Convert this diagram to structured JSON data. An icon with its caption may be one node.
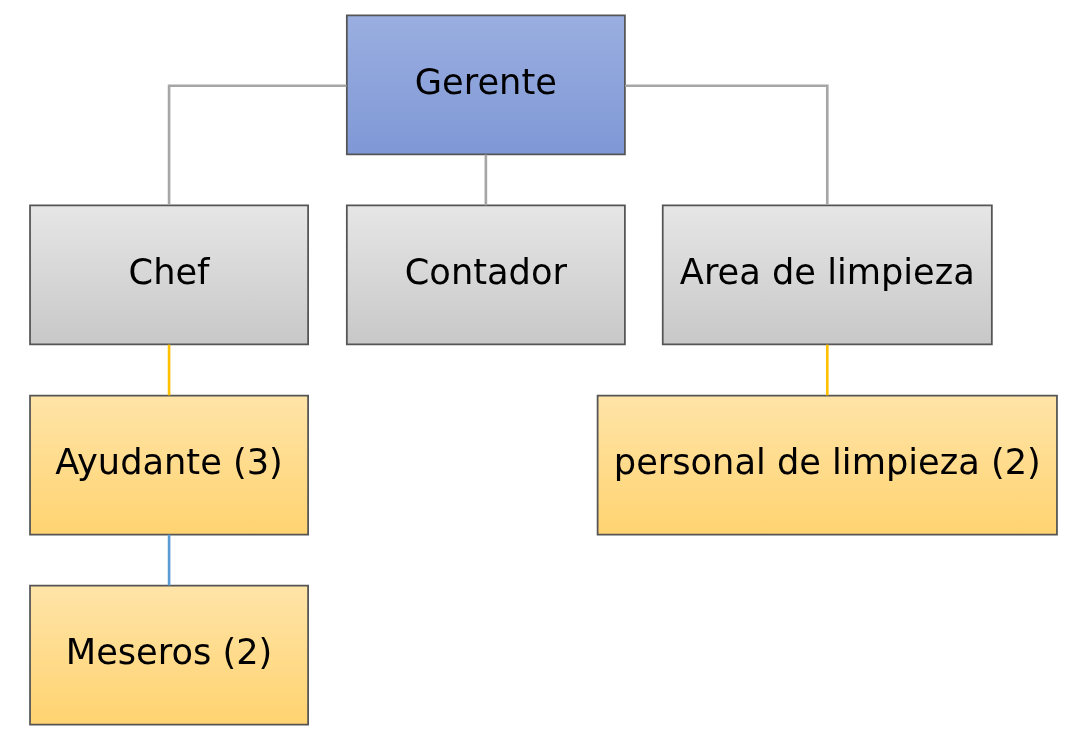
{
  "diagram": {
    "nodes": [
      {
        "text": [
          "Gerente"
        ]
      },
      {
        "text": [
          "Chef"
        ]
      },
      {
        "text": [
          "Contador"
        ]
      },
      {
        "text": [
          "Area de limpieza"
        ]
      },
      {
        "text": [
          "Ayudante (3)"
        ]
      },
      {
        "text": [
          "personal de limpieza (2)"
        ]
      },
      {
        "text": [
          "Meseros (2)"
        ]
      }
    ],
    "edges": [
      {
        "from": 0,
        "to": 1,
        "arrow": "none"
      },
      {
        "from": 0,
        "to": 2,
        "arrow": "none"
      },
      {
        "from": 0,
        "to": 3,
        "arrow": "none"
      },
      {
        "from": 1,
        "to": 4,
        "arrow": "none",
        "color": "#ffc000"
      },
      {
        "from": 3,
        "to": 5,
        "arrow": "none",
        "color": "#ffc000"
      },
      {
        "from": 4,
        "to": 6,
        "arrow": "none",
        "color": "#5b9bd5"
      }
    ]
  }
}
